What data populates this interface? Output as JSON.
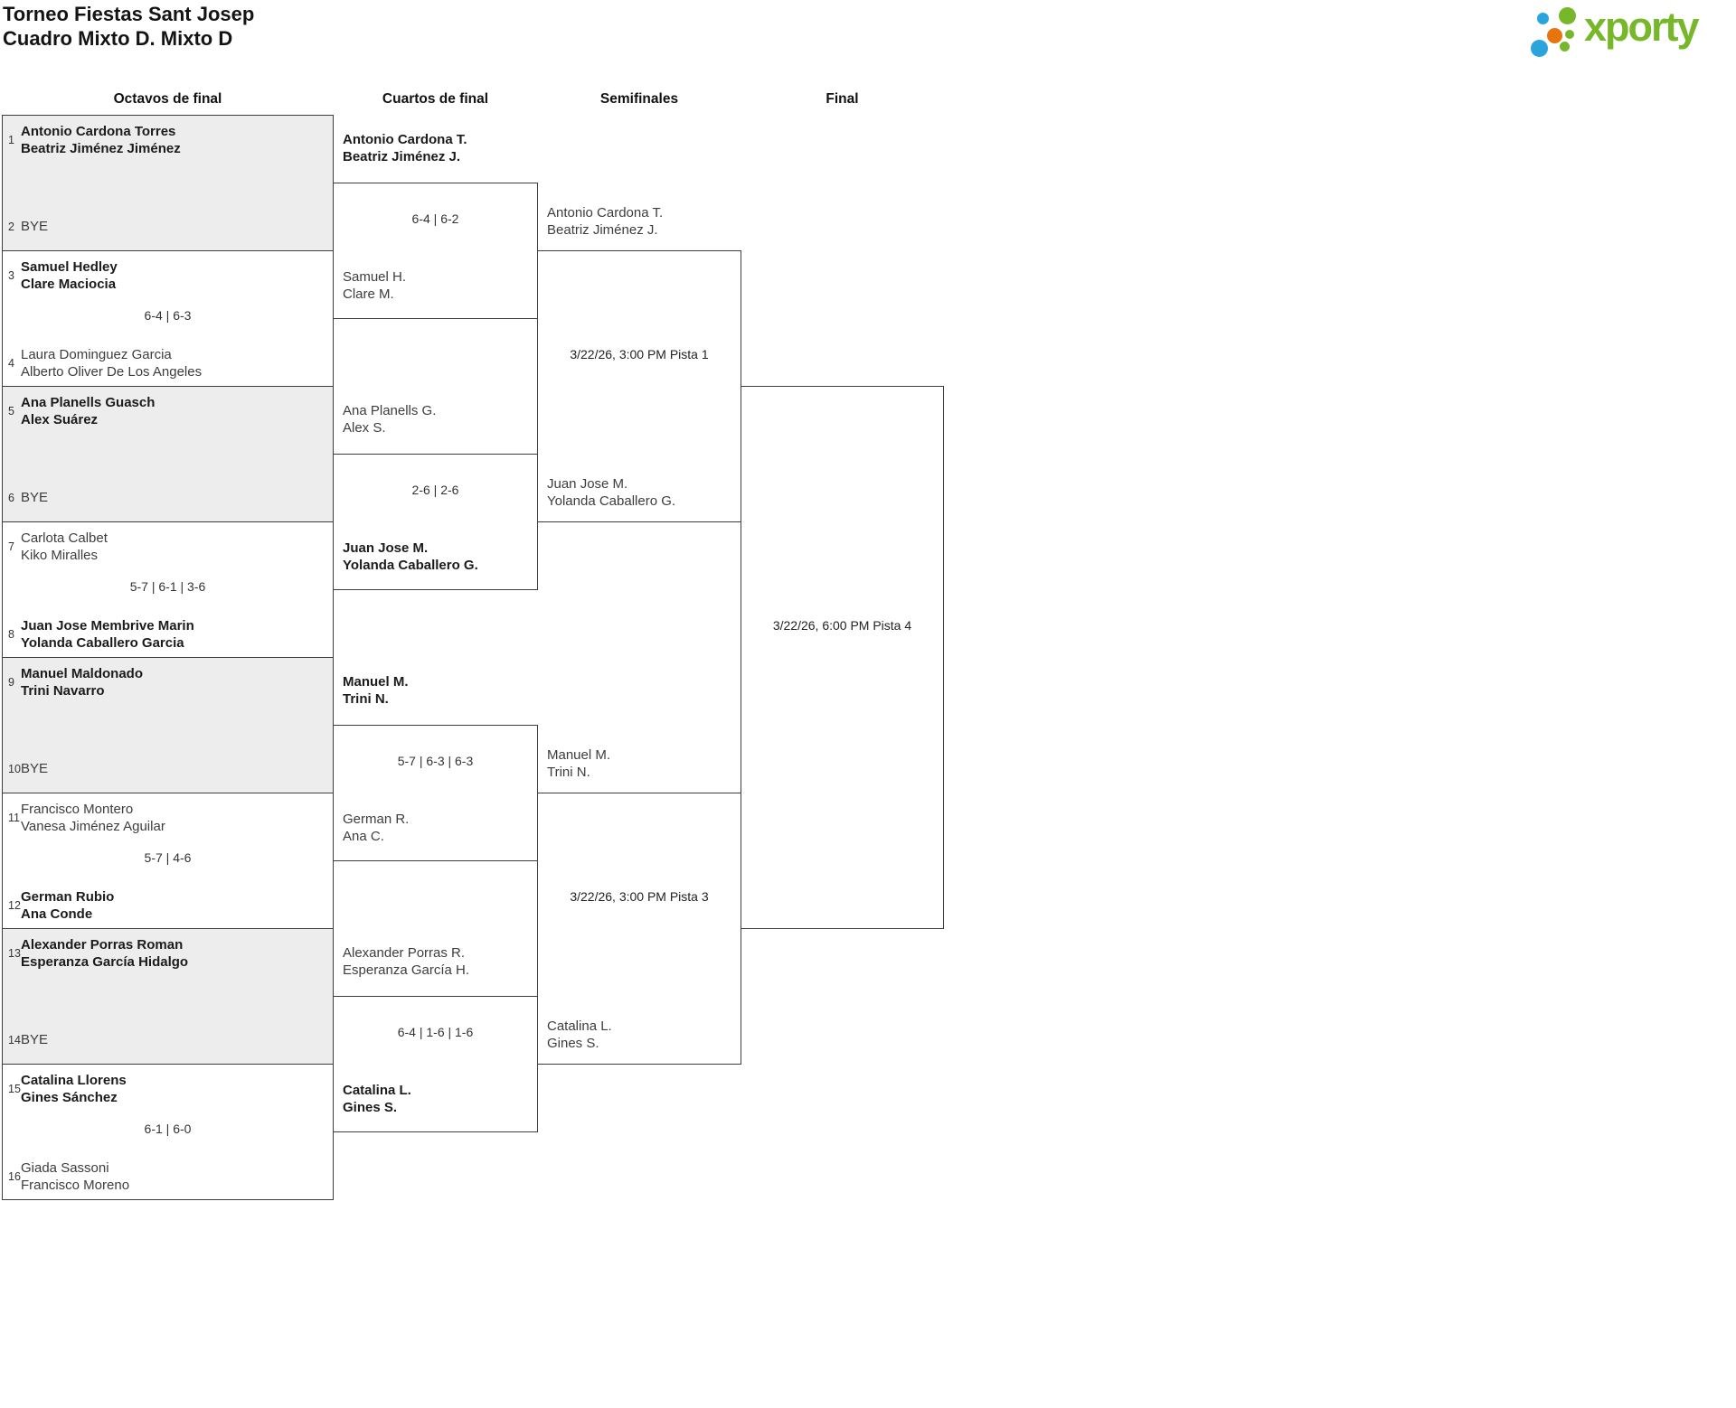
{
  "page": {
    "title_line1": "Torneo Fiestas Sant Josep",
    "title_line2": "Cuadro Mixto D. Mixto D"
  },
  "logo": {
    "text": "xporty",
    "colors": {
      "green": "#76b82a",
      "blue": "#2aa4dd",
      "orange": "#e8740e"
    }
  },
  "round_headers": [
    "Octavos de final",
    "Cuartos de final",
    "Semifinales",
    "Final"
  ],
  "octavos": [
    {
      "seed_top": "1",
      "team_top": [
        "Antonio Cardona Torres",
        "Beatriz Jiménez Jiménez"
      ],
      "seed_bottom": "2",
      "team_bottom_bye": "BYE",
      "score": ""
    },
    {
      "seed_top": "3",
      "team_top": [
        "Samuel Hedley",
        "Clare Maciocia"
      ],
      "seed_bottom": "4",
      "team_bottom": [
        "Laura Dominguez Garcia",
        "Alberto Oliver De Los Angeles"
      ],
      "score": "6-4 | 6-3"
    },
    {
      "seed_top": "5",
      "team_top": [
        "Ana Planells Guasch",
        "Alex Suárez"
      ],
      "seed_bottom": "6",
      "team_bottom_bye": "BYE",
      "score": ""
    },
    {
      "seed_top": "7",
      "team_top": [
        "Carlota Calbet",
        "Kiko Miralles"
      ],
      "seed_bottom": "8",
      "team_bottom": [
        "Juan Jose Membrive Marin",
        "Yolanda Caballero Garcia"
      ],
      "score": "5-7 | 6-1 | 3-6"
    },
    {
      "seed_top": "9",
      "team_top": [
        "Manuel Maldonado",
        "Trini Navarro"
      ],
      "seed_bottom": "10",
      "team_bottom_bye": "BYE",
      "score": ""
    },
    {
      "seed_top": "11",
      "team_top": [
        "Francisco Montero",
        "Vanesa Jiménez Aguilar"
      ],
      "seed_bottom": "12",
      "team_bottom": [
        "German Rubio",
        "Ana Conde"
      ],
      "score": "5-7 | 4-6"
    },
    {
      "seed_top": "13",
      "team_top": [
        "Alexander Porras Roman",
        "Esperanza García Hidalgo"
      ],
      "seed_bottom": "14",
      "team_bottom_bye": "BYE",
      "score": ""
    },
    {
      "seed_top": "15",
      "team_top": [
        "Catalina Llorens",
        "Gines Sánchez"
      ],
      "seed_bottom": "16",
      "team_bottom": [
        "Giada Sassoni",
        "Francisco Moreno"
      ],
      "score": "6-1 | 6-0"
    }
  ],
  "cuartos": [
    {
      "team_top": [
        "Antonio Cardona T.",
        "Beatriz Jiménez J."
      ],
      "team_bottom": [
        "Samuel H.",
        "Clare M."
      ],
      "score": "6-4 | 6-2"
    },
    {
      "team_top": [
        "Ana Planells G.",
        "Alex S."
      ],
      "team_bottom": [
        "Juan Jose M.",
        "Yolanda Caballero G."
      ],
      "score": "2-6 | 2-6"
    },
    {
      "team_top": [
        "Manuel M.",
        "Trini N."
      ],
      "team_bottom": [
        "German R.",
        "Ana C."
      ],
      "score": "5-7 | 6-3 | 6-3"
    },
    {
      "team_top": [
        "Alexander Porras R.",
        "Esperanza García H."
      ],
      "team_bottom": [
        "Catalina L.",
        "Gines S."
      ],
      "score": "6-4 | 1-6 | 1-6"
    }
  ],
  "semifinales": [
    {
      "team_top": [
        "Antonio Cardona T.",
        "Beatriz Jiménez J."
      ],
      "team_bottom": [
        "Juan Jose M.",
        "Yolanda Caballero G."
      ],
      "schedule": "3/22/26, 3:00 PM Pista 1"
    },
    {
      "team_top": [
        "Manuel M.",
        "Trini N."
      ],
      "team_bottom": [
        "Catalina L.",
        "Gines S."
      ],
      "schedule": "3/22/26, 3:00 PM Pista 3"
    }
  ],
  "final": {
    "schedule": "3/22/26, 6:00 PM Pista 4"
  }
}
